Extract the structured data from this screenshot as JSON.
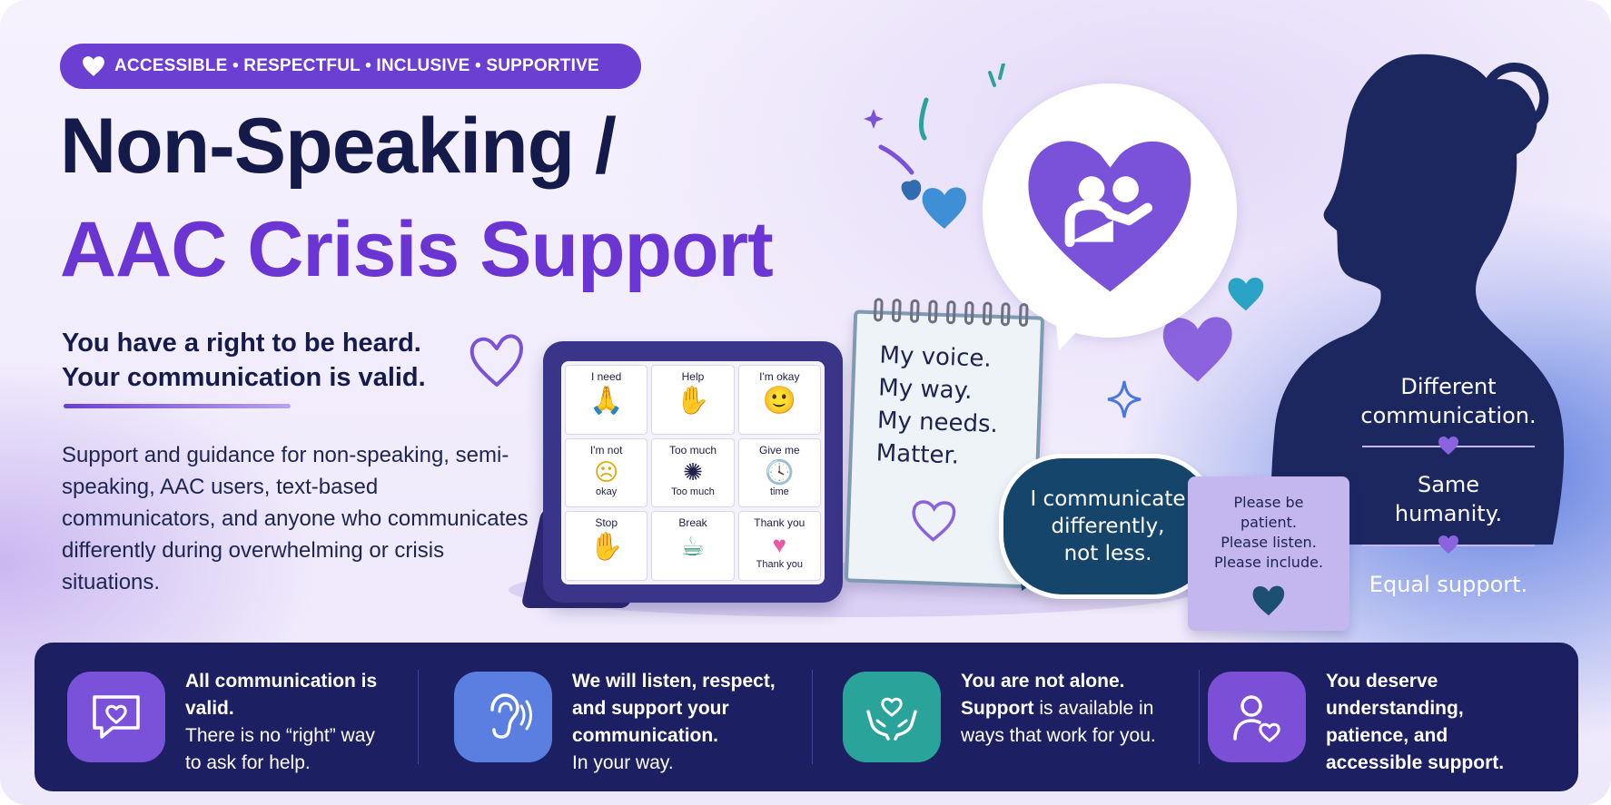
{
  "badge": {
    "text": "ACCESSIBLE • RESPECTFUL • INCLUSIVE • SUPPORTIVE"
  },
  "title": {
    "line1": "Non-Speaking /",
    "line2": "AAC Crisis Support"
  },
  "tagline": {
    "line1": "You have a right to be heard.",
    "line2": "Your communication is valid."
  },
  "description": "Support and guidance for non-speaking, semi-speaking, AAC users, text-based communicators, and anyone who communicates differently during overwhelming or crisis situations.",
  "aac_board": {
    "cells": [
      {
        "label": "I need",
        "symbol": "🙏",
        "sub": ""
      },
      {
        "label": "Help",
        "symbol": "✋",
        "sub": ""
      },
      {
        "label": "I'm okay",
        "symbol": "🙂",
        "sub": ""
      },
      {
        "label": "I'm not",
        "symbol": "☹",
        "sub": "okay"
      },
      {
        "label": "Too much",
        "symbol": "✺",
        "sub": "Too much"
      },
      {
        "label": "Give me",
        "symbol": "🕓",
        "sub": "time"
      },
      {
        "label": "Stop",
        "symbol": "✋",
        "sub": ""
      },
      {
        "label": "Break",
        "symbol": "☕",
        "sub": ""
      },
      {
        "label": "Thank you",
        "symbol": "♥",
        "sub": "Thank you"
      }
    ]
  },
  "notebook": {
    "lines": [
      "My voice.",
      "My way.",
      "My needs.",
      "Matter."
    ]
  },
  "speech_bubble": {
    "lines": [
      "I communicate",
      "differently,",
      "not less."
    ]
  },
  "card": {
    "lines": [
      "Please be",
      "patient.",
      "Please listen.",
      "Please include."
    ]
  },
  "silhouette": {
    "lines": [
      "Different",
      "communication.",
      "Same",
      "humanity.",
      "Equal support."
    ]
  },
  "features": [
    {
      "bold": "All communication is valid.",
      "rest": "There is no “right” way to ask for help.",
      "icon": "chat-heart-icon",
      "color": "#7a52d9"
    },
    {
      "bold": "We will listen, respect, and support your communication.",
      "rest": "In your way.",
      "icon": "ear-icon",
      "color": "#5a7fe0"
    },
    {
      "bold_a": "You are not alone.",
      "bold_b": "Support",
      "rest": "is available in ways that work for you.",
      "icon": "hands-heart-icon",
      "color": "#2aa39a"
    },
    {
      "bold": "You deserve understanding, patience, and accessible support.",
      "rest": "",
      "icon": "person-heart-icon",
      "color": "#7b4fd6"
    }
  ],
  "colors": {
    "purple": "#6b35d4",
    "navy": "#141a4a",
    "bar": "#1c2063",
    "teal": "#2aa39a"
  }
}
